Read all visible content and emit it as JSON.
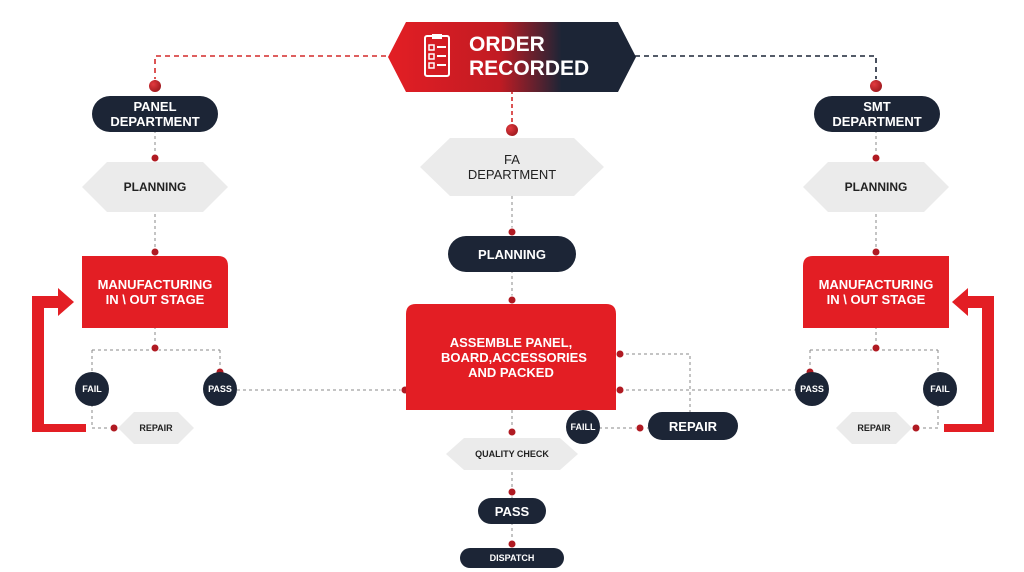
{
  "header": {
    "title": "ORDER RECORDED",
    "icon": "checklist-icon"
  },
  "left": {
    "department": "PANEL DEPARTMENT",
    "planning": "PLANNING",
    "stage": "MANUFACTURING IN \\ OUT STAGE",
    "fail": "FAIL",
    "pass": "PASS",
    "repair": "REPAIR"
  },
  "center": {
    "department": "FA DEPARTMENT",
    "planning": "PLANNING",
    "assemble": "ASSEMBLE PANEL, BOARD,ACCESSORIES AND PACKED",
    "fail": "FAILL",
    "repair": "REPAIR",
    "quality": "QUALITY CHECK",
    "pass": "PASS",
    "dispatch": "DISPATCH"
  },
  "right": {
    "department": "SMT DEPARTMENT",
    "planning": "PLANNING",
    "stage": "MANUFACTURING IN \\ OUT STAGE",
    "pass": "PASS",
    "fail": "FAIL",
    "repair": "REPAIR"
  },
  "colors": {
    "red": "#e31e24",
    "navy": "#1c2536",
    "diamond": "#ebebeb"
  }
}
